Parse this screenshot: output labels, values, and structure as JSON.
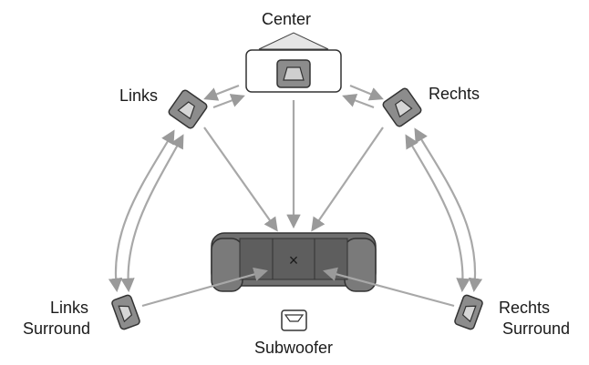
{
  "labels": {
    "center": "Center",
    "left": "Links",
    "right": "Rechts",
    "left_surround_line1": "Links",
    "left_surround_line2": "Surround",
    "right_surround_line1": "Rechts",
    "right_surround_line2": "Surround",
    "subwoofer": "Subwoofer",
    "listener_mark": "×"
  },
  "colors": {
    "speaker_fill": "#8c8c8c",
    "speaker_dark": "#5a5a5a",
    "sofa_fill": "#6f6f6f",
    "arrow": "#a8a8a8",
    "outline": "#333333"
  }
}
